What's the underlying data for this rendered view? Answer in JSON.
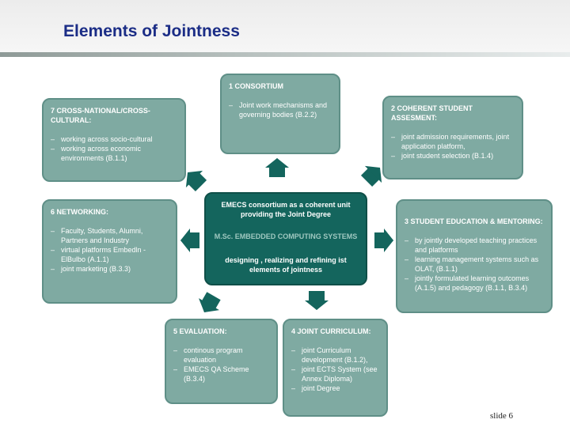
{
  "title": "Elements of Jointness",
  "slide_label": "slide 6",
  "center": {
    "line1": "EMECS consortium as a coherent  unit",
    "line2": "providing  the Joint Degree",
    "program": "M.Sc. EMBEDDED COMPUTING SYSTEMS",
    "line3": "designing , realizing and refining ist",
    "line4": "elements of jointness"
  },
  "boxes": {
    "consortium": {
      "title": "1 CONSORTIUM",
      "items": [
        "Joint work mechanisms and governing bodies (B.2.2)"
      ]
    },
    "assessment": {
      "title": "2 COHERENT STUDENT ASSESMENT:",
      "items": [
        "joint admission requirements, joint application platform,",
        "joint student selection (B.1.4)"
      ]
    },
    "education": {
      "title": "3 STUDENT EDUCATION & MENTORING:",
      "items": [
        "by jointly developed teaching practices and platforms",
        "learning management systems such as OLAT, (B.1.1)",
        "jointly formulated learning outcomes (A.1.5) and pedagogy (B.1.1, B.3.4)"
      ]
    },
    "curriculum": {
      "title": "4 JOINT CURRICULUM:",
      "items": [
        "joint Curriculum development (B.1.2),",
        "joint ECTS System (see Annex Diploma)",
        "joint Degree"
      ]
    },
    "evaluation": {
      "title": "5 EVALUATION:",
      "items": [
        "continous program evaluation",
        "EMECS QA Scheme (B.3.4)"
      ]
    },
    "networking": {
      "title": "6 NETWORKING:",
      "items": [
        "Faculty, Students, Alumni, Partners and Industry",
        "virtual platforms Embedln - ElBulbo (A.1.1)",
        "joint marketing (B.3.3)"
      ]
    },
    "crosscultural": {
      "title": "7 CROSS-NATIONAL/CROSS-CULTURAL:",
      "items": [
        "working across socio-cultural",
        "working across economic environments (B.1.1)"
      ]
    }
  },
  "colors": {
    "title": "#1b2d86",
    "box_fill": "#7faaa2",
    "center_fill": "#14655d",
    "arrow": "#14655d"
  }
}
